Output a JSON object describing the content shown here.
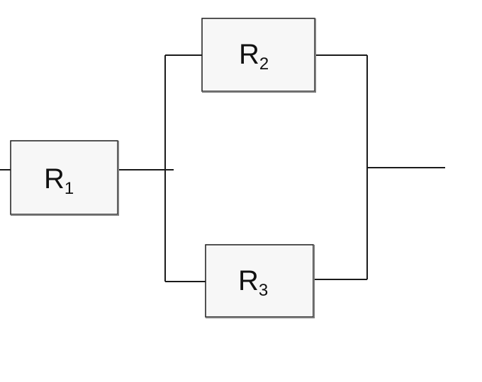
{
  "resistors": [
    {
      "id": "r1",
      "symbol": "R",
      "index": "1"
    },
    {
      "id": "r2",
      "symbol": "R",
      "index": "2"
    },
    {
      "id": "r3",
      "symbol": "R",
      "index": "3"
    }
  ],
  "colors": {
    "wire": "#1a1a1a",
    "box_fill": "#f7f7f7",
    "box_shadow": "#7a7a7a",
    "background": "#ffffff"
  }
}
